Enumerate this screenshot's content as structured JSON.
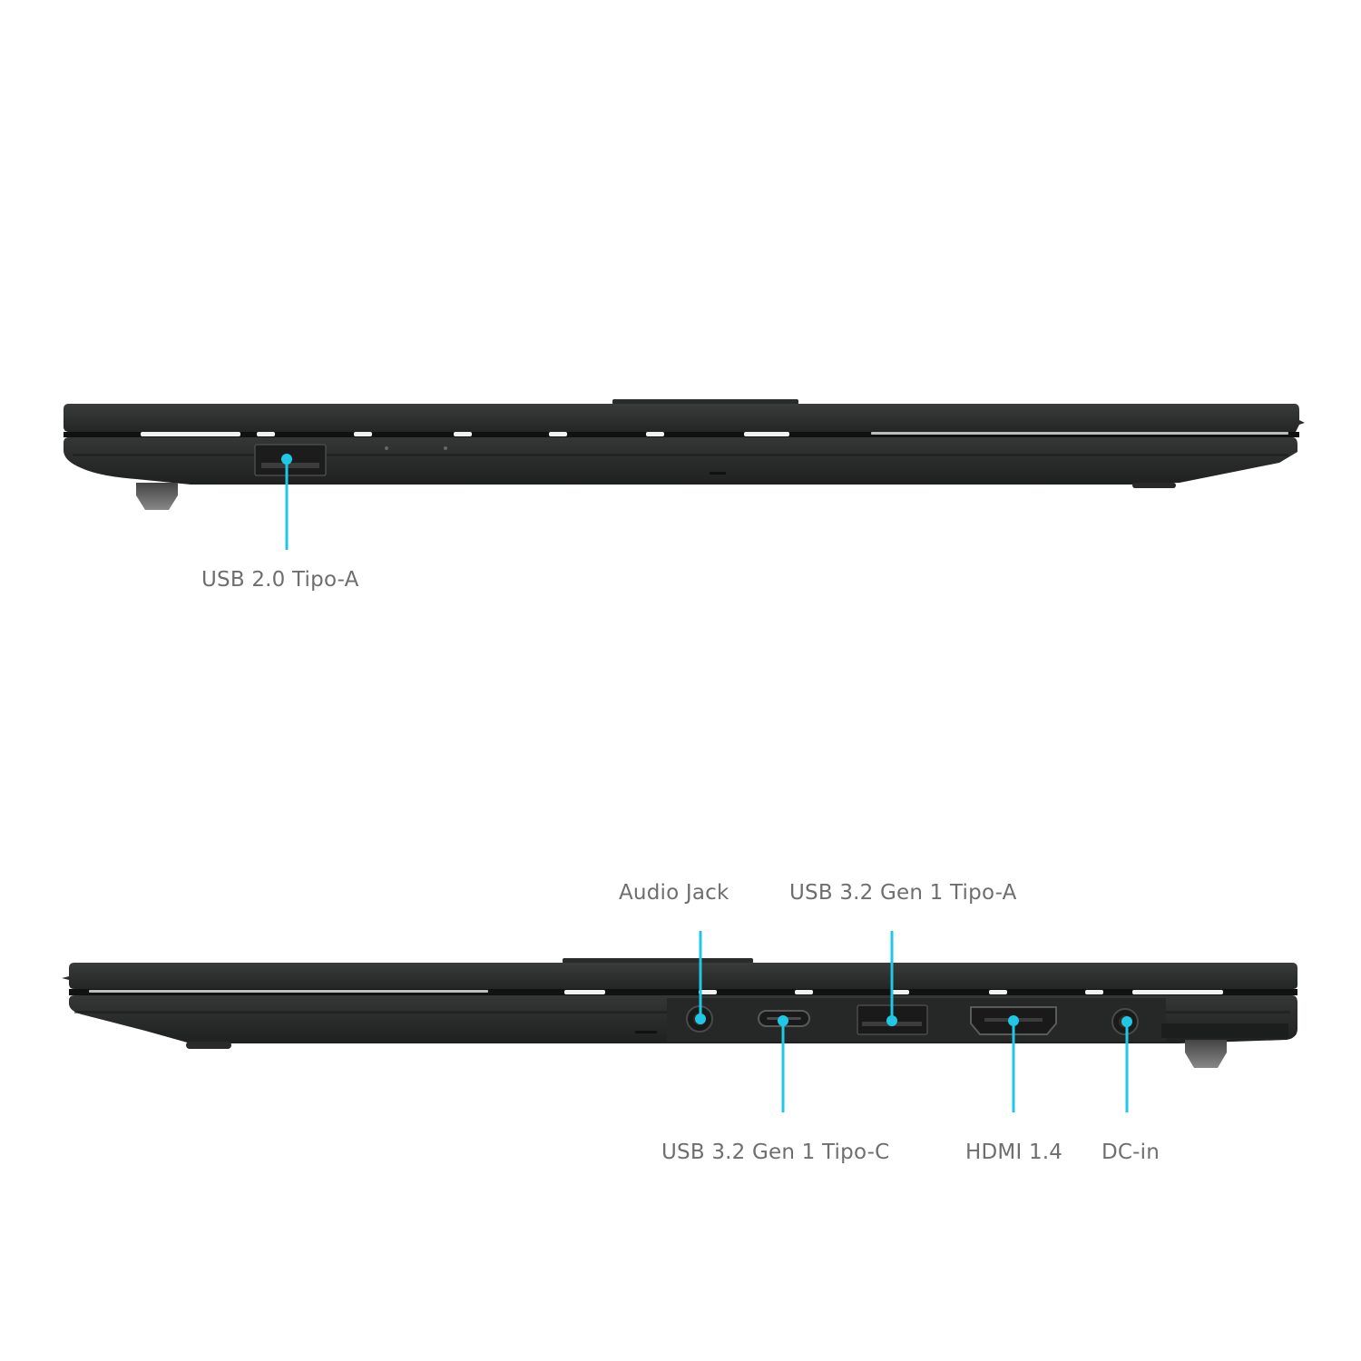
{
  "accent_color": "#1ec8e6",
  "label_color": "#6e6e6e",
  "chassis_color": "#2c2d2d",
  "views": [
    {
      "id": "left-side",
      "ports": [
        {
          "label": "USB 2.0 Tipo-A",
          "icon": "usb-a-port-icon"
        }
      ]
    },
    {
      "id": "right-side",
      "ports": [
        {
          "label": "Audio Jack",
          "icon": "audio-jack-icon"
        },
        {
          "label": "USB 3.2 Gen 1 Tipo-C",
          "icon": "usb-c-port-icon"
        },
        {
          "label": "USB 3.2 Gen 1 Tipo-A",
          "icon": "usb-a-port-icon"
        },
        {
          "label": "HDMI 1.4",
          "icon": "hdmi-port-icon"
        },
        {
          "label": "DC-in",
          "icon": "dc-in-port-icon"
        }
      ]
    }
  ]
}
